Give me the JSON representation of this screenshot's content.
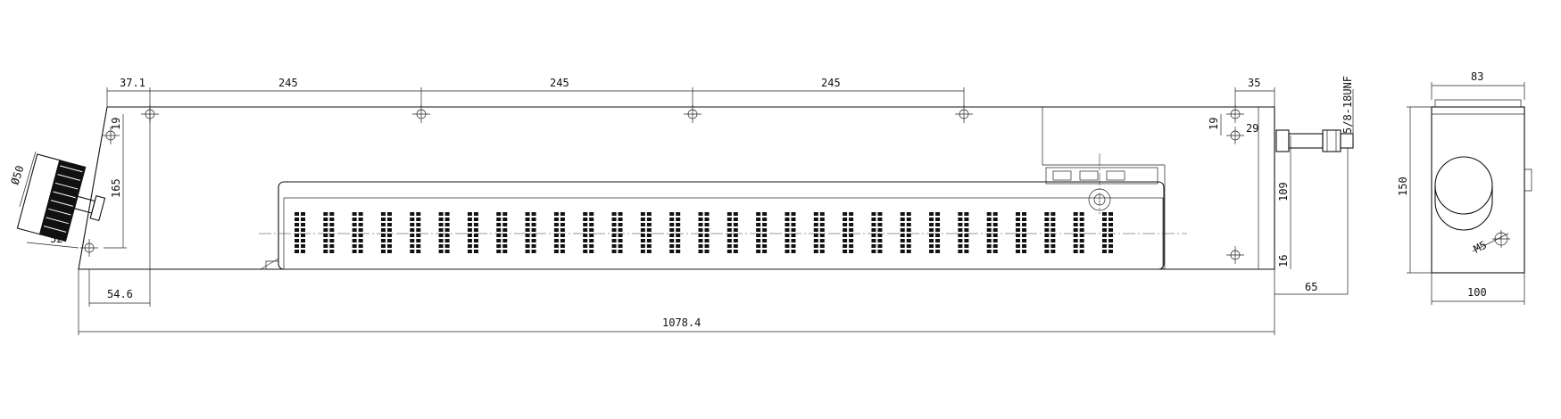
{
  "drawing": {
    "front_view": {
      "dimensions": {
        "pitch_1": "245",
        "pitch_2": "245",
        "pitch_3": "245",
        "left_offset": "37.1",
        "right_offset": "35",
        "hole_top_left": "19",
        "hole_top_right": "19",
        "left_height": "165",
        "knob_diameter": "Ø50",
        "knob_offset": "52",
        "bottom_left": "54.6",
        "overall_length": "1078.4",
        "right_29": "29",
        "right_109": "109",
        "right_16": "16",
        "fitting_65": "65",
        "thread": "5/8-18UNF"
      },
      "vent_slot_count": 29
    },
    "side_view": {
      "dimensions": {
        "top_width": "83",
        "height": "150",
        "bottom_width": "100",
        "screw": "M5"
      }
    }
  }
}
